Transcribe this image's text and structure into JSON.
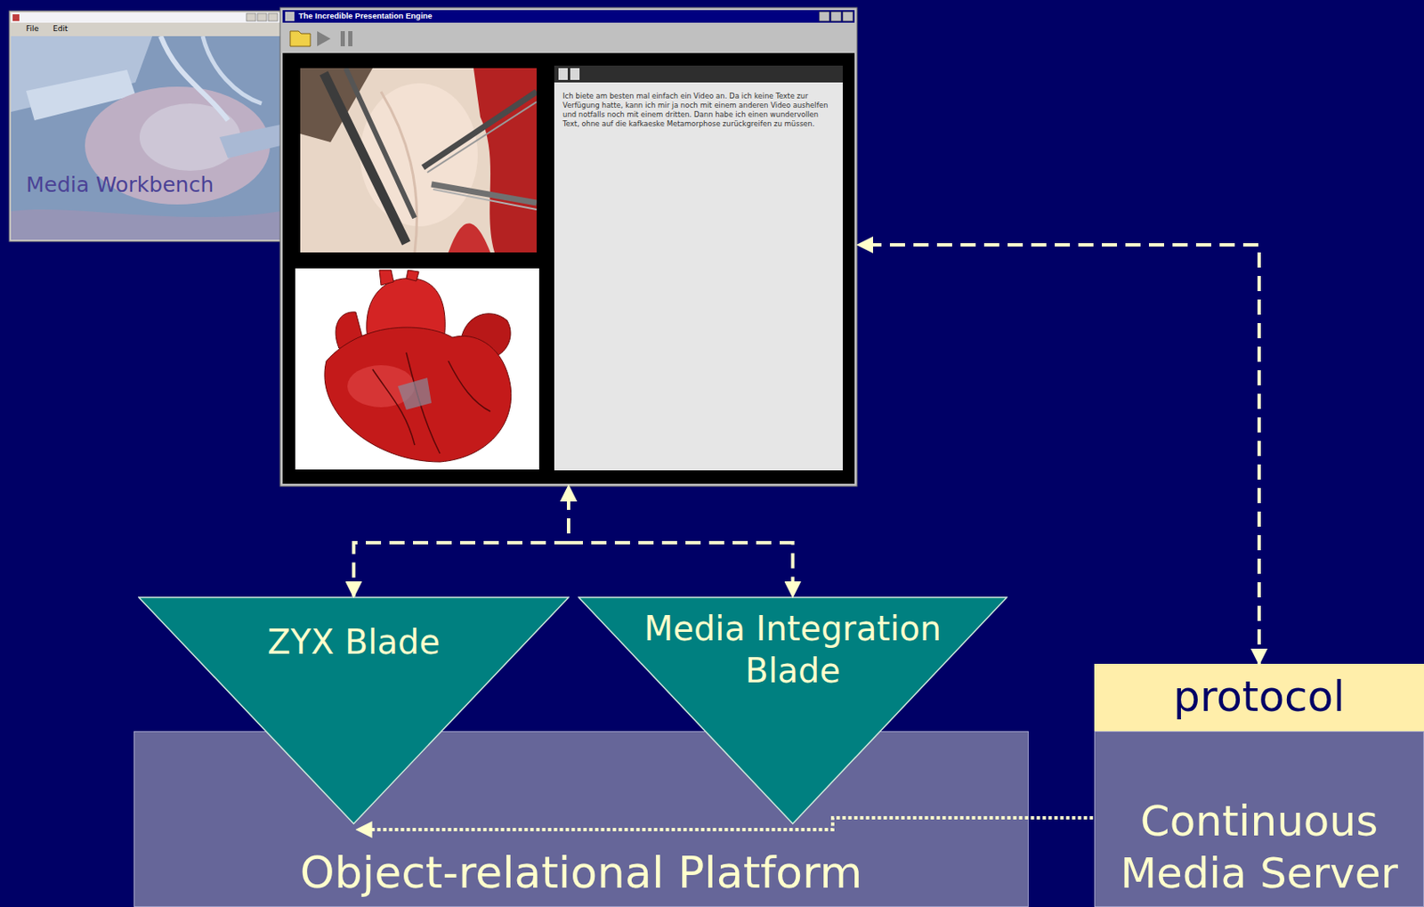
{
  "diagram": {
    "nodes": [
      {
        "text": [
          "File",
          "Edit",
          "Media Workbench"
        ]
      },
      {
        "text": [
          "The Incredible Presentation Engine",
          "Ich biete am besten mal einfach ein Video an. Da ich keine Texte zur Verfügung hatte, kann ich mir ja noch mit einem anderen Video aushelfen und notfalls noch mit einem dritten. Dann habe ich einen wundervollen Text, ohne auf die kafkaeske Metamorphose zurückgreifen zu müssen."
        ]
      },
      {
        "text": [
          "ZYX Blade"
        ]
      },
      {
        "text": [
          "Media Integration Blade"
        ]
      },
      {
        "text": [
          "protocol"
        ]
      },
      {
        "text": [
          "Object-relational Platform"
        ]
      },
      {
        "text": [
          "Continuous Media Server"
        ]
      }
    ],
    "edges": [
      {
        "from": 2,
        "to": 1,
        "arrow": "both"
      },
      {
        "from": 3,
        "to": 1,
        "arrow": "both"
      },
      {
        "from": 4,
        "to": 1,
        "arrow": "both"
      },
      {
        "from": 6,
        "to": 2,
        "arrow": "to"
      }
    ]
  }
}
